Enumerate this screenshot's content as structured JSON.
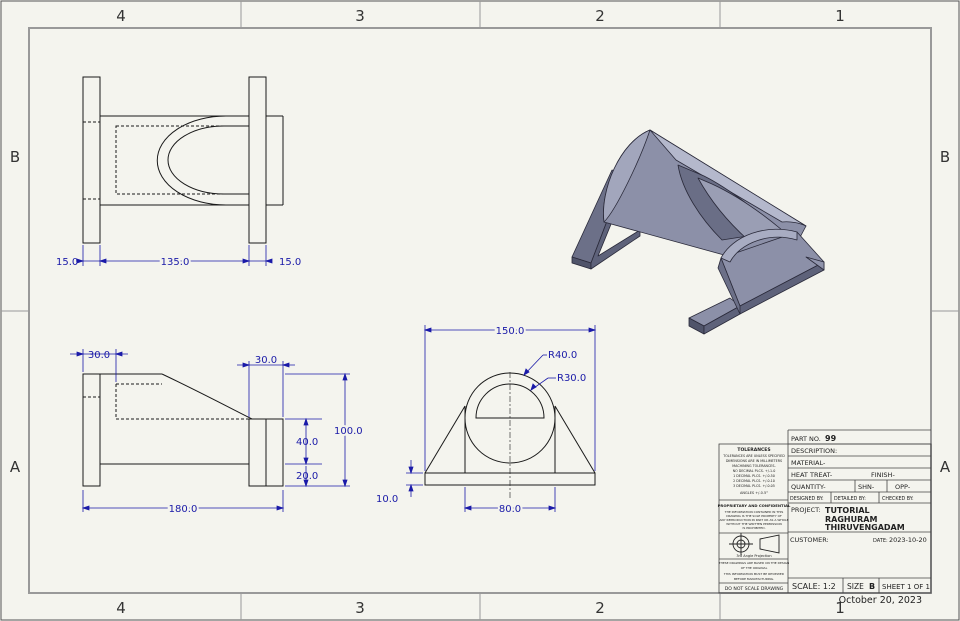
{
  "zones": {
    "columns": [
      "4",
      "3",
      "2",
      "1"
    ],
    "rows": [
      "B",
      "A"
    ]
  },
  "dimensions": {
    "top_view": {
      "left_flange": "15.0",
      "length": "135.0",
      "right_flange": "15.0"
    },
    "front_view": {
      "left_offset": "30.0",
      "right_offset": "30.0",
      "slot": "40.0",
      "base_height": "20.0",
      "total_height": "100.0",
      "total_length": "180.0"
    },
    "side_view": {
      "width": "150.0",
      "outer_radius": "R40.0",
      "inner_radius": "R30.0",
      "base_thickness": "10.0",
      "base_width": "80.0"
    }
  },
  "title_block": {
    "part_no_label": "PART NO.",
    "part_no": "99",
    "description_label": "DESCRIPTION:",
    "material_label": "MATERIAL-",
    "heat_treat_label": "HEAT TREAT-",
    "finish_label": "FINISH-",
    "quantity_label": "QUANTITY-",
    "shn_label": "SHN-",
    "opp_label": "OPP-",
    "designed_by_label": "DESIGNED BY:",
    "detailed_by_label": "DETAILED BY:",
    "checked_by_label": "CHECKED BY:",
    "project_label": "PROJECT:",
    "project_line1": "TUTORIAL",
    "project_line2": "RAGHURAM",
    "project_line3": "THIRUVENGADAM",
    "customer_label": "CUSTOMER:",
    "date_label": "DATE:",
    "date": "2023-10-20",
    "scale_label": "SCALE: 1:2",
    "size_label": "SIZE",
    "size_value": "B",
    "sheet_label": "SHEET 1 OF 1",
    "tolerances_title": "TOLERANCES",
    "tolerance_lines": [
      "TOLERANCES ARE UNLESS SPECIFIED",
      "DIMENSIONS ARE IN MILLIMETERS",
      "MACHINING TOLERANCES-",
      "NO DECIMAL PLCS. +/-1.0",
      "1 DECIMAL PLCS. +/-0.50",
      "2 DECIMAL PLCS. +/-0.10",
      "3 DECIMAL PLCS. +/-0.05",
      "ANGLES +/-0.5°"
    ],
    "proprietary_title": "PROPRIETARY AND CONFIDENTIAL",
    "proprietary_lines": [
      "THE INFORMATION CONTAINED IN THIS",
      "DRAWING IS THE SOLE PROPERTY OF",
      "ANY REPRODUCTION IN PART OR AS A WHOLE",
      "WITHOUT THE WRITTEN PERMISSION",
      "IS PROHIBITED."
    ],
    "projection_label": "3rd Angle Projection",
    "notes_lines": [
      "THESE DRAWINGS ARE BASED ON THE DESIGN",
      "OF THE ORIGINAL",
      "THIS INFORMATION MUST BE REVIEWED",
      "BEFORE MANUFACTURING."
    ],
    "do_not_scale": "DO NOT SCALE DRAWING"
  },
  "footer_date": "October 20, 2023",
  "colors": {
    "sheet": "#f4f4ee",
    "line": "#1a1a1a",
    "dimension": "#1a1aa8",
    "solid_face": "#8c90a8",
    "solid_dark": "#5e627a",
    "solid_light": "#b4b8cc"
  }
}
